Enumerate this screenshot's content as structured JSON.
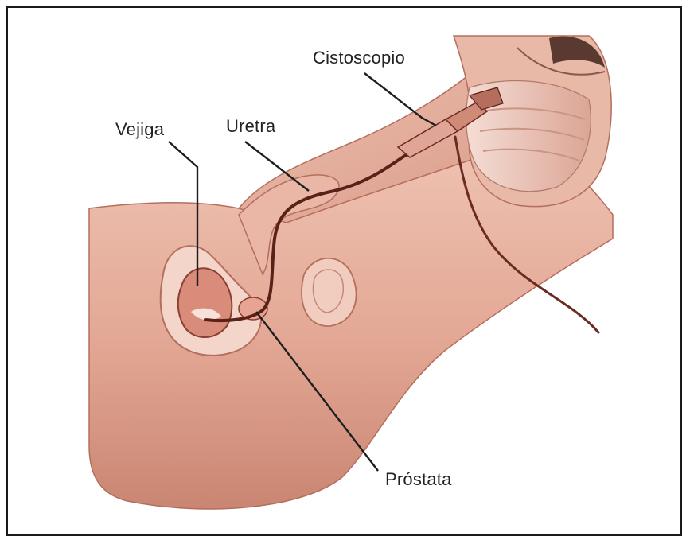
{
  "labels": {
    "cystoscope": "Cistoscopio",
    "bladder": "Vejiga",
    "urethra": "Uretra",
    "prostate": "Próstata"
  },
  "colors": {
    "skin": "#e8b09e",
    "skin_dark": "#c97c6a",
    "skin_light": "#f3d2c6",
    "outline": "#8a3f34",
    "leader": "#1e1e1e",
    "scope_cable": "#6b2a22"
  }
}
